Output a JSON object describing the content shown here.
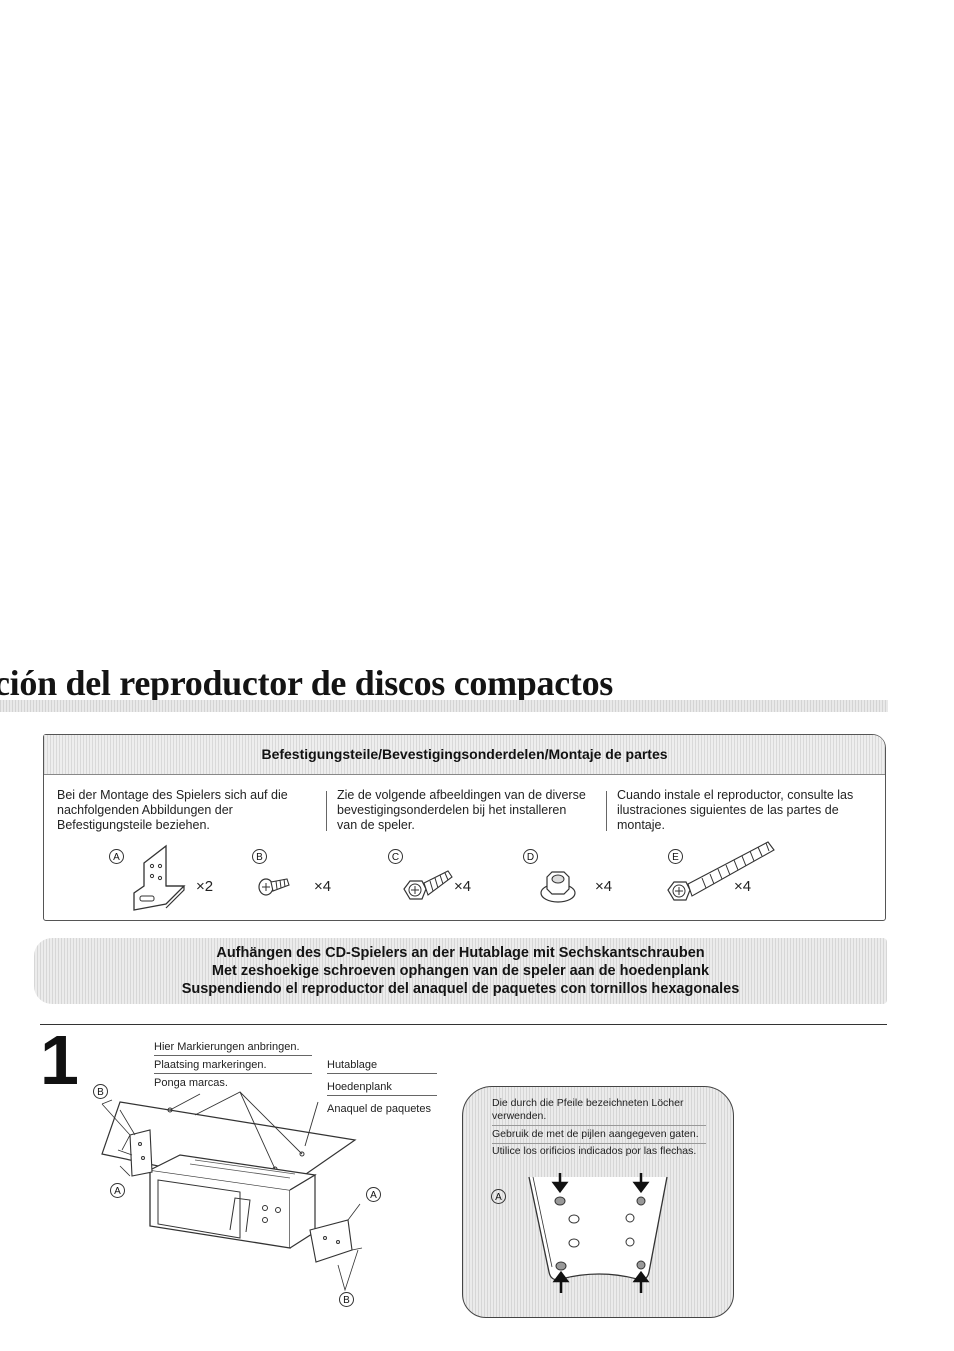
{
  "page": {
    "title": "ción del reproductor de discos compactos"
  },
  "parts": {
    "heading": "Befestigungsteile/Bevestigingsonderdelen/Montaje de partes",
    "intro": [
      "Bei der Montage des Spielers sich auf die nachfolgenden Abbildungen der Befestigungsteile beziehen.",
      "Zie de volgende afbeeldingen van de diverse bevestigingsonderdelen bij het installeren van de speler.",
      "Cuando instale el reproductor, consulte las ilustraciones siguientes de las partes de montaje."
    ],
    "items": [
      {
        "letter": "A",
        "qty": "×2",
        "icon": "bracket-icon"
      },
      {
        "letter": "B",
        "qty": "×4",
        "icon": "short-screw-icon"
      },
      {
        "letter": "C",
        "qty": "×4",
        "icon": "hex-screw-icon"
      },
      {
        "letter": "D",
        "qty": "×4",
        "icon": "hex-nut-icon"
      },
      {
        "letter": "E",
        "qty": "×4",
        "icon": "long-bolt-icon"
      }
    ]
  },
  "banner": {
    "de": "Aufhängen des CD-Spielers an der Hutablage mit Sechskantschrauben",
    "nl": "Met zeshoekige schroeven ophangen van de speler aan de hoedenplank",
    "es": "Suspendiendo el reproductor del anaquel de paquetes con tornillos hexagonales"
  },
  "step1": {
    "number": "1",
    "marks": [
      "Hier Markierungen anbringen.",
      "Plaatsing markeringen.",
      "Ponga marcas."
    ],
    "shelf": [
      "Hutablage",
      "Hoedenplank",
      "Anaquel de paquetes"
    ],
    "callouts": {
      "b_top": "B",
      "a_left": "A",
      "a_right": "A",
      "b_bottom": "B"
    },
    "holes_note": [
      "Die durch die Pfeile bezeichneten Löcher verwenden.",
      "Gebruik de met de pijlen aangegeven gaten.",
      "Utilice los orificios indicados por las flechas."
    ],
    "bracket_letter": "A"
  }
}
